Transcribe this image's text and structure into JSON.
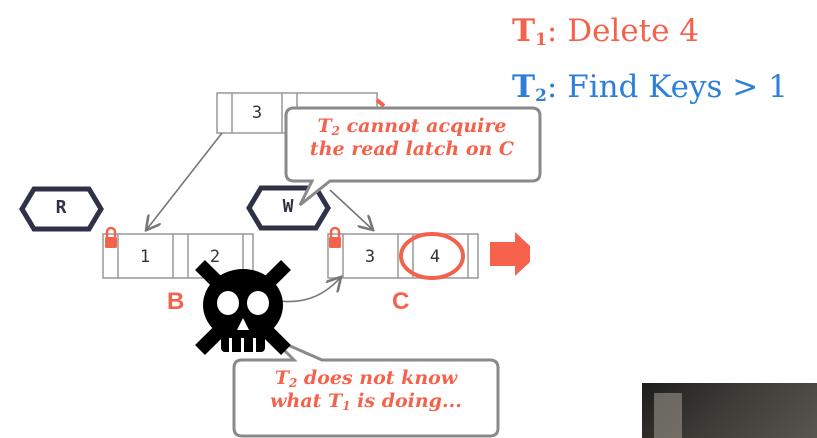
{
  "legend": {
    "t1": {
      "label": "T",
      "sub": "1",
      "text": ": Delete 4"
    },
    "t2": {
      "label": "T",
      "sub": "2",
      "text": ": Find Keys > 1"
    }
  },
  "tree": {
    "root_keys": [
      "3"
    ],
    "node_b": {
      "label": "B",
      "keys": [
        "1",
        "2"
      ]
    },
    "node_c": {
      "label": "C",
      "keys": [
        "3",
        "4"
      ]
    }
  },
  "latches": {
    "read": "R",
    "write": "W"
  },
  "callouts": {
    "c1": {
      "pre": "T",
      "sub": "2",
      "line1": " cannot acquire",
      "line2": "the read latch on C"
    },
    "c2": {
      "pre": "T",
      "sub": "2",
      "line1": " does not know",
      "line2a": "what T",
      "line2sub": "1",
      "line2b": " is doing..."
    }
  },
  "colors": {
    "accent": "#f4624c",
    "blue": "#2e7fd8",
    "latch_outline": "#2f3148"
  },
  "icons": [
    "skull-crossbones-icon",
    "lock-icon",
    "arrow-icon"
  ]
}
